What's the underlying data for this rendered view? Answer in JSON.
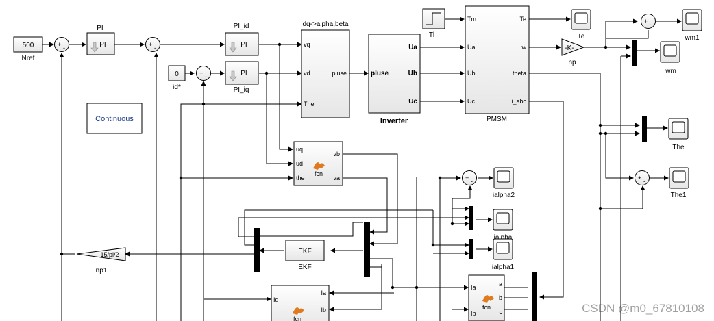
{
  "blocks": {
    "nref_value": "500",
    "nref_label": "Nref",
    "pi_title": "PI",
    "pi_text": "PI",
    "pi_id_title": "PI_id",
    "pi_id_text": "PI",
    "pi_iq_label": "PI_iq",
    "pi_iq_text": "PI",
    "id_value": "0",
    "id_label": "id*",
    "continuous": "Continuous",
    "dq_title": "dq->alpha,beta",
    "dq_in_vq": "vq",
    "dq_in_vd": "vd",
    "dq_in_the": "The",
    "dq_out": "pluse",
    "inv_in": "pluse",
    "inv_ua": "Ua",
    "inv_ub": "Ub",
    "inv_uc": "Uc",
    "inv_label": "Inverter",
    "tl_label": "Tl",
    "pmsm_tm": "Tm",
    "pmsm_ua": "Ua",
    "pmsm_ub": "Ub",
    "pmsm_uc": "Uc",
    "pmsm_te": "Te",
    "pmsm_w": "w",
    "pmsm_theta": "theta",
    "pmsm_iabc": "i_abc",
    "pmsm_label": "PMSM",
    "gain_text": "-K-",
    "gain_label": "np",
    "scope_te": "Te",
    "scope_wm1": "wm1",
    "scope_wm": "wm",
    "scope_the": "The",
    "scope_the1": "The1",
    "scope_ialpha2": "ialpha2",
    "scope_ialpha": "ialpha",
    "scope_ialpha1": "ialpha1",
    "fcn1_uq": "uq",
    "fcn1_ud": "ud",
    "fcn1_the": "the",
    "fcn1_vb": "vb",
    "fcn1_va": "va",
    "fcn1_label": "fcn",
    "ekf_text": "EKF",
    "ekf_label": "EKF",
    "np1_text": "15/pi/2",
    "np1_label": "np1",
    "fcn2_id": "Id",
    "fcn2_ia": "Ia",
    "fcn2_ib": "Ib",
    "fcn2_label": "fcn",
    "fcn3_ia": "Ia",
    "fcn3_ib": "Ib",
    "fcn3_a": "a",
    "fcn3_b": "b",
    "fcn3_c": "c",
    "fcn3_label": "fcn",
    "sum_plus": "+",
    "sum_minus": "-"
  },
  "watermark": "CSDN @m0_67810108",
  "colors": {
    "line": "#000000",
    "block_fill": "#ffffff",
    "block_grad": "#e6e6e6",
    "continuous_text": "#1a3a8c",
    "watermark": "#777777",
    "fcn_icon": "#e07a1f"
  }
}
